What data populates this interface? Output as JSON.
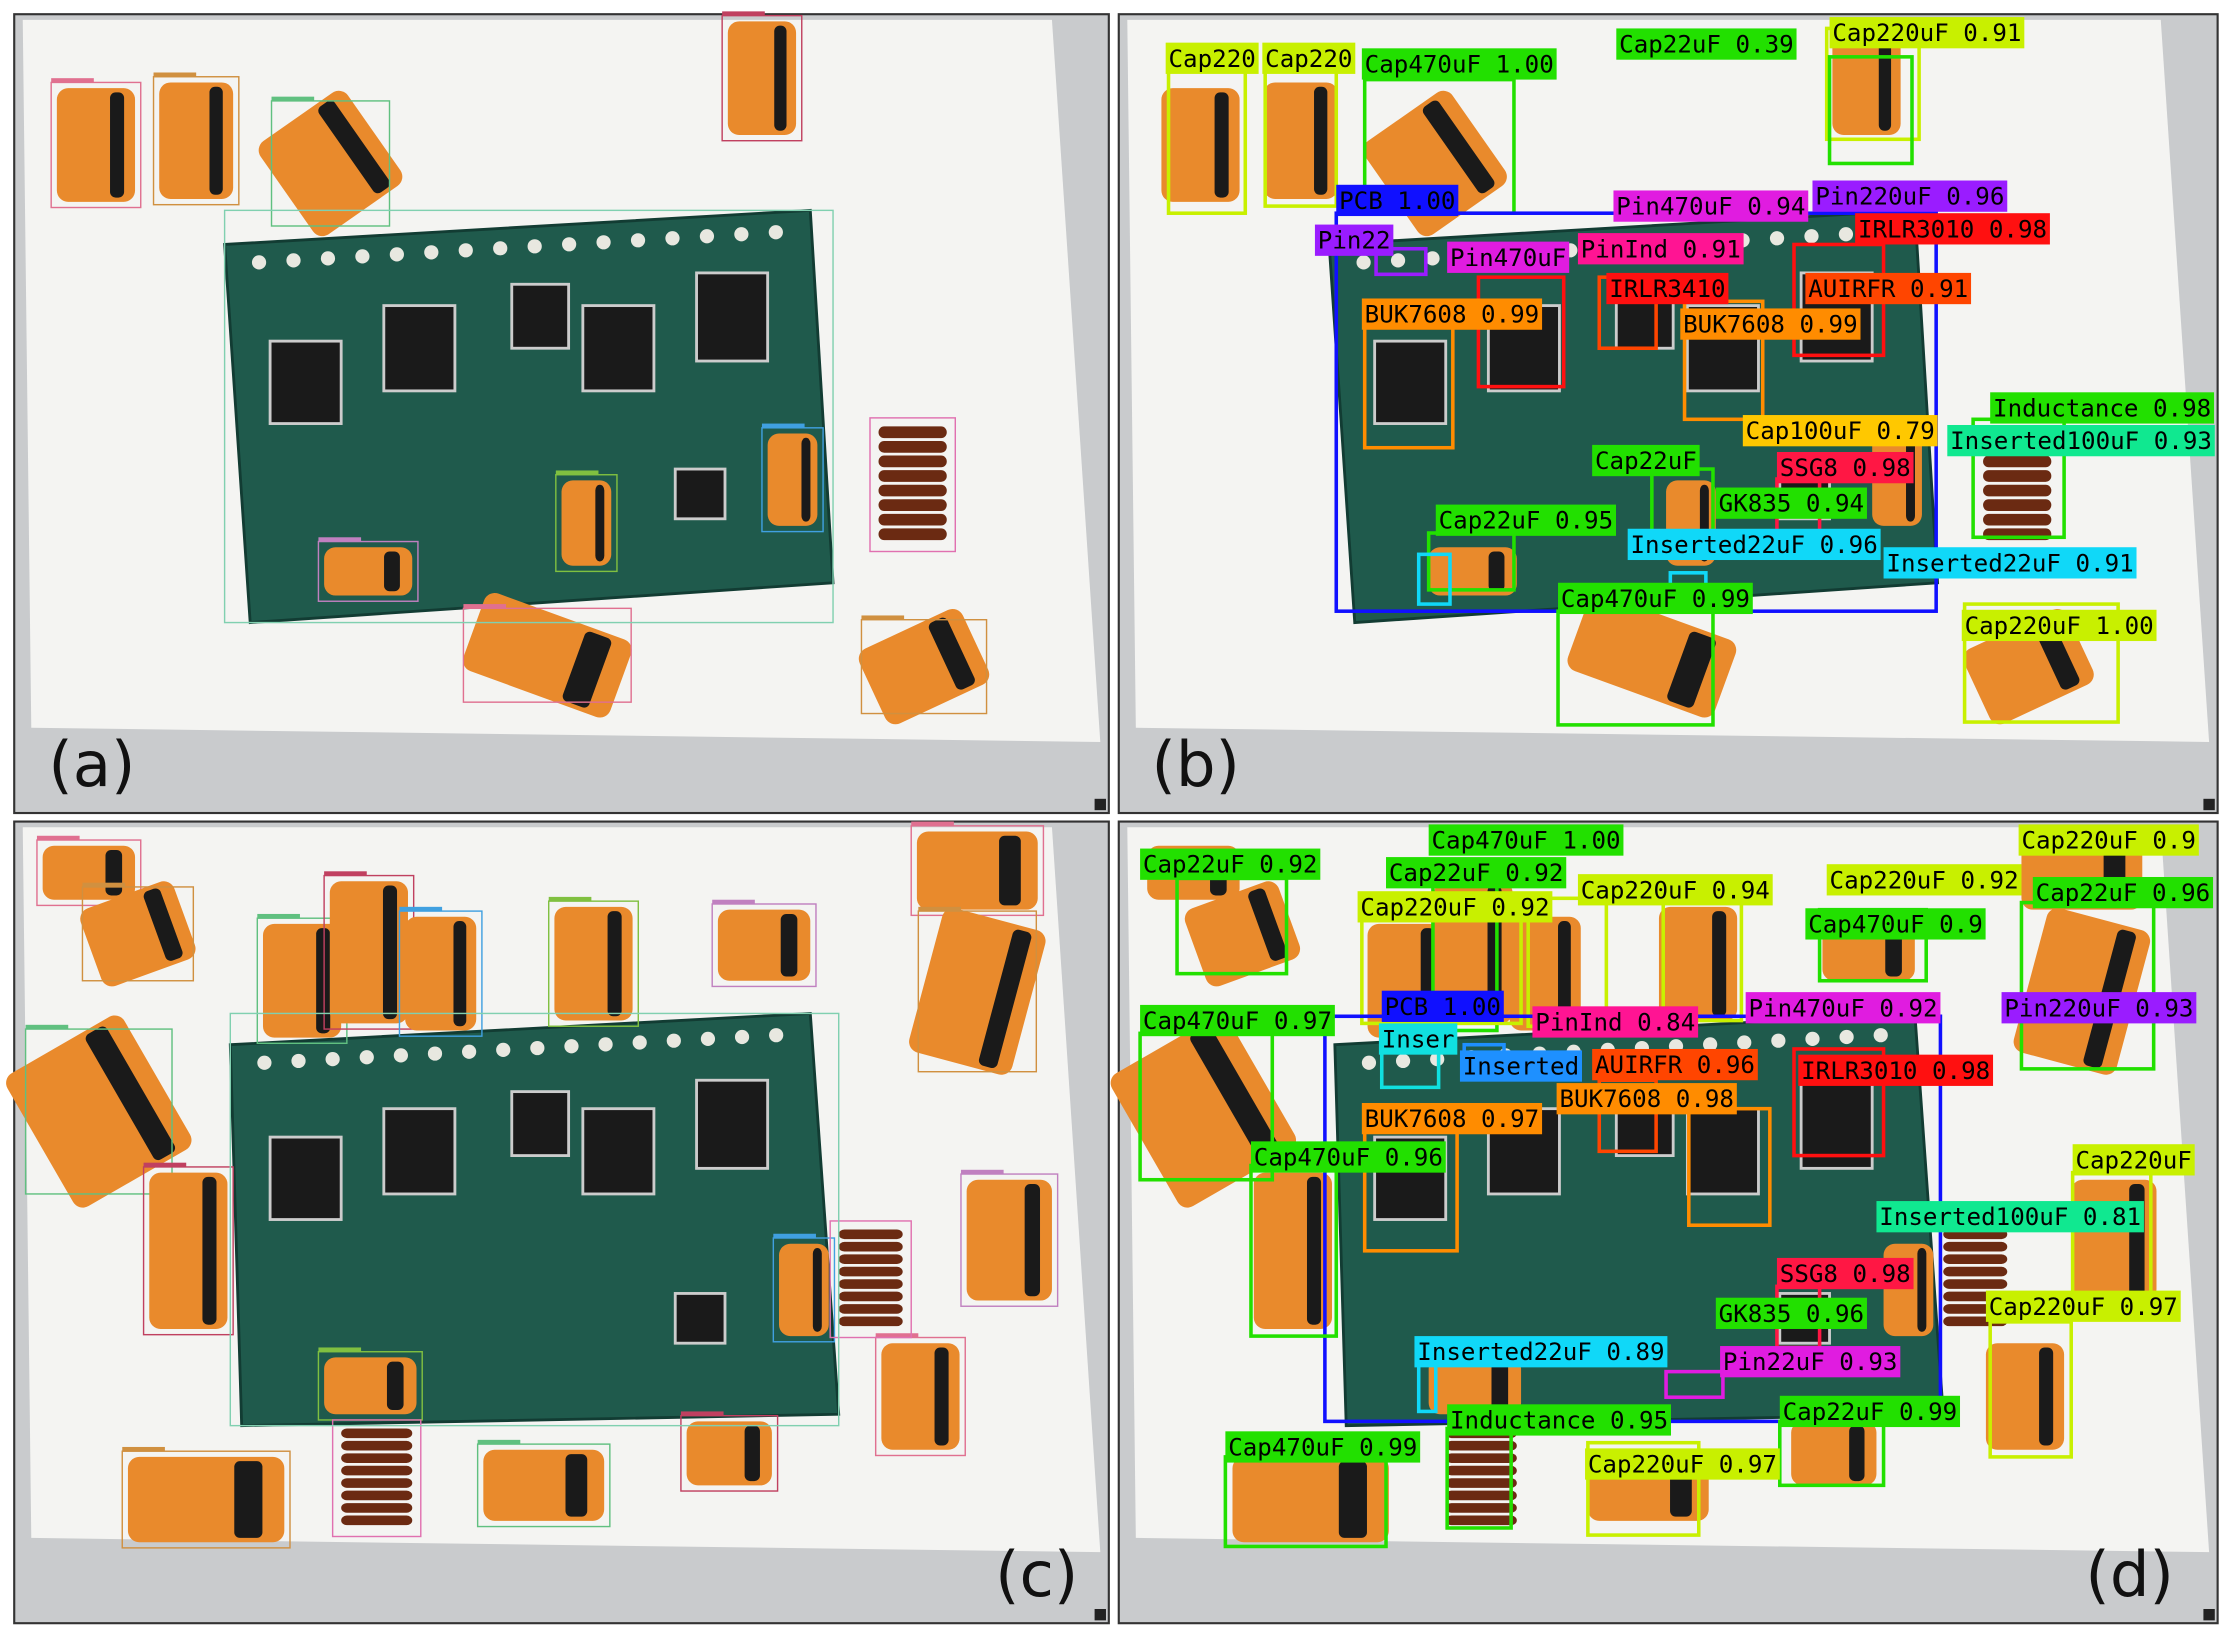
{
  "figure": {
    "panels": [
      {
        "id": "a",
        "label": "(a)",
        "scene": "scene1",
        "annotated": false
      },
      {
        "id": "b",
        "label": "(b)",
        "scene": "scene1",
        "annotated": true,
        "detections": [
          {
            "text": "Cap220",
            "color": "#c8f000"
          },
          {
            "text": "Cap220",
            "color": "#c8f000"
          },
          {
            "text": "Cap470uF 1.00",
            "color": "#22e000"
          },
          {
            "text": "Cap220uF 0.91",
            "color": "#c8f000"
          },
          {
            "text": "Cap22uF 0.39",
            "color": "#22e000"
          },
          {
            "text": "PCB 1.00",
            "color": "#1010ff"
          },
          {
            "text": "Pin220uF 0.96",
            "color": "#9a1cff"
          },
          {
            "text": "Pin470uF 0.94",
            "color": "#e01ce0"
          },
          {
            "text": "PinInd 0.91",
            "color": "#ff1493"
          },
          {
            "text": "Pin470uF",
            "color": "#e01ce0"
          },
          {
            "text": "Pin22",
            "color": "#9a1cff"
          },
          {
            "text": "IRLR3410",
            "color": "#ff1010"
          },
          {
            "text": "IRLR3010 0.98",
            "color": "#ff1010"
          },
          {
            "text": "AUIRFR 0.91",
            "color": "#ff4500"
          },
          {
            "text": "BUK7608 0.99",
            "color": "#ff8c00"
          },
          {
            "text": "BUK7608 0.99",
            "color": "#ff8c00"
          },
          {
            "text": "Inductance 0.98",
            "color": "#22e000"
          },
          {
            "text": "Cap100uF 0.79",
            "color": "#ffc800"
          },
          {
            "text": "Inserted100uF 0.93",
            "color": "#10e890"
          },
          {
            "text": "Cap22uF",
            "color": "#22e000"
          },
          {
            "text": "SSG8 0.98",
            "color": "#ff1744"
          },
          {
            "text": "GK835 0.94",
            "color": "#22e000"
          },
          {
            "text": "Cap22uF 0.95",
            "color": "#22e000"
          },
          {
            "text": "Inserted22uF 0.96",
            "color": "#10d8f8"
          },
          {
            "text": "Inserted22uF 0.91",
            "color": "#10d8f8"
          },
          {
            "text": "Cap470uF 0.99",
            "color": "#22e000"
          },
          {
            "text": "Cap220uF 1.00",
            "color": "#c8f000"
          }
        ]
      },
      {
        "id": "c",
        "label": "(c)",
        "scene": "scene2",
        "annotated": false
      },
      {
        "id": "d",
        "label": "(d)",
        "scene": "scene2",
        "annotated": true,
        "detections": [
          {
            "text": "Cap22uF 0.92",
            "color": "#22e000"
          },
          {
            "text": "Cap22uF 0.92",
            "color": "#22e000"
          },
          {
            "text": "Cap220uF 0.94",
            "color": "#c8f000"
          },
          {
            "text": "Cap220uF 0.92",
            "color": "#c8f000"
          },
          {
            "text": "Cap470uF 1.00",
            "color": "#22e000"
          },
          {
            "text": "Cap220uF 0.92",
            "color": "#c8f000"
          },
          {
            "text": "Cap22uF 0.96",
            "color": "#22e000"
          },
          {
            "text": "Cap220uF 0.9",
            "color": "#c8f000"
          },
          {
            "text": "Cap470uF 0.9",
            "color": "#22e000"
          },
          {
            "text": "Cap470uF 0.97",
            "color": "#22e000"
          },
          {
            "text": "PCB 1.00",
            "color": "#1010ff"
          },
          {
            "text": "Pin470uF 0.92",
            "color": "#e01ce0"
          },
          {
            "text": "Pin220uF 0.93",
            "color": "#9a1cff"
          },
          {
            "text": "PinInd 0.84",
            "color": "#ff1493"
          },
          {
            "text": "Inserted",
            "color": "#1e90ff"
          },
          {
            "text": "Inser",
            "color": "#10e0e0"
          },
          {
            "text": "IRLR3010 0.98",
            "color": "#ff1010"
          },
          {
            "text": "AUIRFR 0.96",
            "color": "#ff4500"
          },
          {
            "text": "BUK7608 0.97",
            "color": "#ff8c00"
          },
          {
            "text": "BUK7608 0.98",
            "color": "#ff8c00"
          },
          {
            "text": "Cap470uF 0.96",
            "color": "#22e000"
          },
          {
            "text": "Cap220uF",
            "color": "#c8f000"
          },
          {
            "text": "Inserted100uF 0.81",
            "color": "#10e890"
          },
          {
            "text": "SSG8 0.98",
            "color": "#ff1744"
          },
          {
            "text": "GK835 0.96",
            "color": "#22e000"
          },
          {
            "text": "Cap220uF 0.97",
            "color": "#c8f000"
          },
          {
            "text": "Inserted22uF 0.89",
            "color": "#10d8f8"
          },
          {
            "text": "Pin22uF 0.93",
            "color": "#e01ce0"
          },
          {
            "text": "Inductance 0.95",
            "color": "#22e000"
          },
          {
            "text": "Cap22uF 0.99",
            "color": "#22e000"
          },
          {
            "text": "Cap470uF 0.99",
            "color": "#22e000"
          },
          {
            "text": "Cap220uF 0.97",
            "color": "#c8f000"
          }
        ]
      }
    ]
  },
  "colors": {
    "tray": "#f4f4f2",
    "tray_edge": "#c9cbcd",
    "pcb": "#1f5a4c",
    "capacitor": "#e98a2c",
    "inductor": "#6b2a12"
  }
}
